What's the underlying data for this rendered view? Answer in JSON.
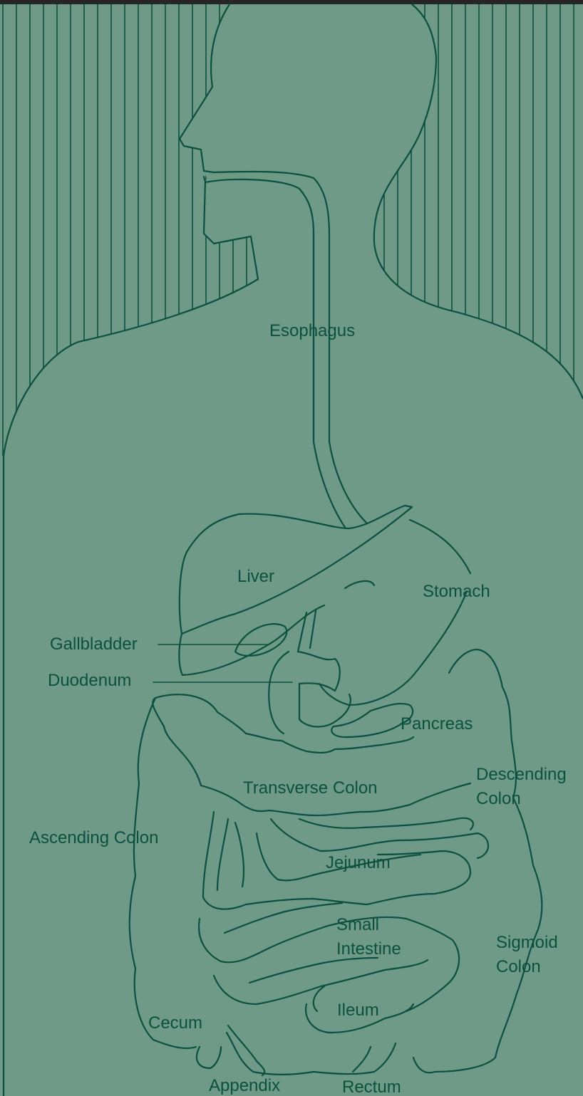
{
  "colors": {
    "background": "#6f9a88",
    "line": "#0c5040",
    "frame": "#262626"
  },
  "labels": {
    "esophagus": "Esophagus",
    "liver": "Liver",
    "stomach": "Stomach",
    "gallbladder": "Gallbladder",
    "duodenum": "Duodenum",
    "pancreas": "Pancreas",
    "transverse_colon": "Transverse Colon",
    "descending_colon": [
      "Descending",
      "Colon"
    ],
    "ascending_colon": "Ascending Colon",
    "jejunum": "Jejunum",
    "small_intestine": [
      "Small",
      "Intestine"
    ],
    "sigmoid_colon": [
      "Sigmoid",
      "Colon"
    ],
    "cecum": "Cecum",
    "ileum": "Ileum",
    "appendix": "Appendix",
    "rectum": "Rectum"
  }
}
